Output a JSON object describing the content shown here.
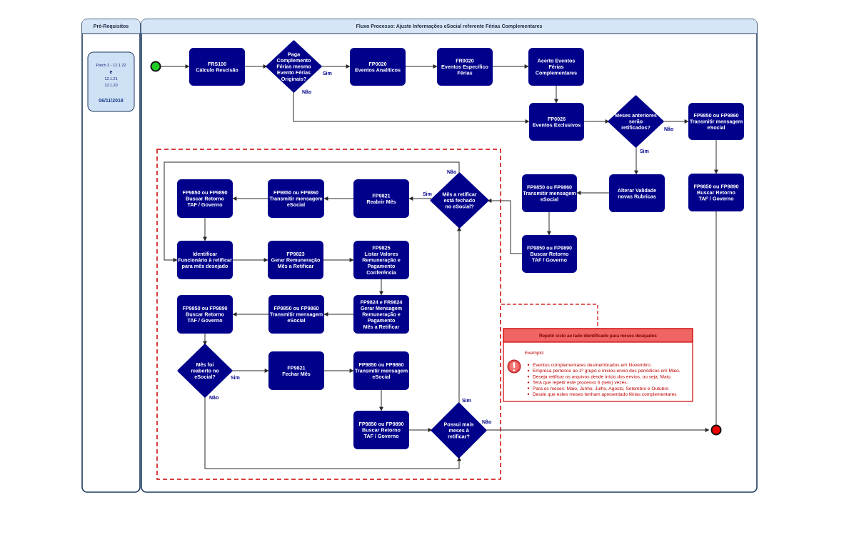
{
  "lanes": {
    "prereq_title": "Pré-Requisitos",
    "process_title": "Fluxo Processo: Ajuste Informações eSocial referente Férias Complementares"
  },
  "prereq_box": {
    "lines": [
      "Patch 3 - 12.1.22",
      "e",
      "12.1.21",
      "12.1.20"
    ],
    "date": "06/11/2018"
  },
  "nodes": {
    "frs100": [
      "FRS100",
      "Cálculo Rescisão"
    ],
    "d_paga": [
      "Paga",
      "Complemento",
      "Férias mesmo",
      "Evento Férias",
      "Originais?"
    ],
    "fp0020": [
      "FP0020",
      "Eventos Analíticos"
    ],
    "fr0020": [
      "FR0020",
      "Eventos Específico",
      "Férias"
    ],
    "acerto": [
      "Acerto Eventos",
      "Férias",
      "Complementares"
    ],
    "fp0026": [
      "FP0026",
      "Eventos Exclusivos"
    ],
    "d_meses": [
      "Meses anteriores",
      "serão",
      "retificados?"
    ],
    "tx_right": [
      "FP9850 ou FP9860",
      "Transmitir mensagem",
      "eSocial"
    ],
    "ret_right": [
      "FP9850 ou FP9890",
      "Buscar Retorno",
      "TAF / Governo"
    ],
    "alterar": [
      "Alterar Validade",
      "novas Rubricas"
    ],
    "tx_mid": [
      "FP9850 ou FP9860",
      "Transmitir mensagem",
      "eSocial"
    ],
    "ret_mid": [
      "FP9850 ou FP9890",
      "Buscar Retorno",
      "TAF / Governo"
    ],
    "d_fechado": [
      "Mês a retificar",
      "está fechado",
      "no eSocial?"
    ],
    "reabrir": [
      "FP9821",
      "Reabrir Mês"
    ],
    "tx_r1": [
      "FP9850 ou FP9860",
      "Transmitir mensagem",
      "eSocial"
    ],
    "ret_r1": [
      "FP9850 ou FP9890",
      "Buscar Retorno",
      "TAF / Governo"
    ],
    "identificar": [
      "Identificar",
      "Funcionário à retificar",
      "para mês desejado"
    ],
    "fp9823": [
      "FP9823",
      "Gerar Remuneração",
      "Mês a Retificar"
    ],
    "fp9825": [
      "FP9825",
      "Listar Valores",
      "Remuneração e",
      "Pagamento",
      "Conferência"
    ],
    "fp9824": [
      "FP9824 e FR9824",
      "Gerar Mensagem",
      "Remuneração e",
      "Pagamento",
      "Mês a Retificar"
    ],
    "tx_r3": [
      "FP9850 ou FP9860",
      "Transmitir mensagem",
      "eSocial"
    ],
    "ret_r3": [
      "FP9850 ou FP9890",
      "Buscar Retorno",
      "TAF / Governo"
    ],
    "d_reaberto": [
      "Mês foi",
      "reaberto no",
      "eSocial?"
    ],
    "fechar": [
      "FP9821",
      "Fechar Mês"
    ],
    "tx_r4": [
      "FP9850 ou FP9860",
      "Transmitir mensagem",
      "eSocial"
    ],
    "ret_r5": [
      "FP9850 ou FP9890",
      "Buscar Retorno",
      "TAF / Governo"
    ],
    "d_possui": [
      "Possui mais",
      "meses à",
      "retificar?"
    ]
  },
  "edge_labels": {
    "paga_sim": "Sim",
    "paga_nao": "Não",
    "meses_nao": "Não",
    "meses_sim": "Sim",
    "fechado_sim": "Sim",
    "fechado_nao": "Não",
    "reaberto_sim": "Sim",
    "reaberto_nao": "Não",
    "possui_sim": "Sim",
    "possui_nao": "Não"
  },
  "note": {
    "title": "Repetir ciclo ao lado identificado para meses desejados",
    "heading": "Exemplo:",
    "bullets": [
      "Eventos complementares desmembrados em Novembro.",
      "Empresa pertence ao 1º grupo e iniciou envio dos periódicos em Maio.",
      "Deseja retificar os arquivos desde início dos envios, ou seja, Maio.",
      "Terá que repetir este processo 6 (seis) vezes.",
      "Para os meses: Maio, Junho, Julho, Agosto, Setembro e Outubro",
      "Desde que estes meses tenham apresentado férias complementares"
    ]
  },
  "colors": {
    "node_fill": "#00008b",
    "lane_border": "#1f3a5f",
    "lane_header": "#d6e6f7",
    "prereq_fill": "#cfe1f5",
    "dashed_border": "#cc0000",
    "note_header": "#f06464",
    "start_fill": "#22cc22",
    "end_fill": "#ee0000"
  }
}
